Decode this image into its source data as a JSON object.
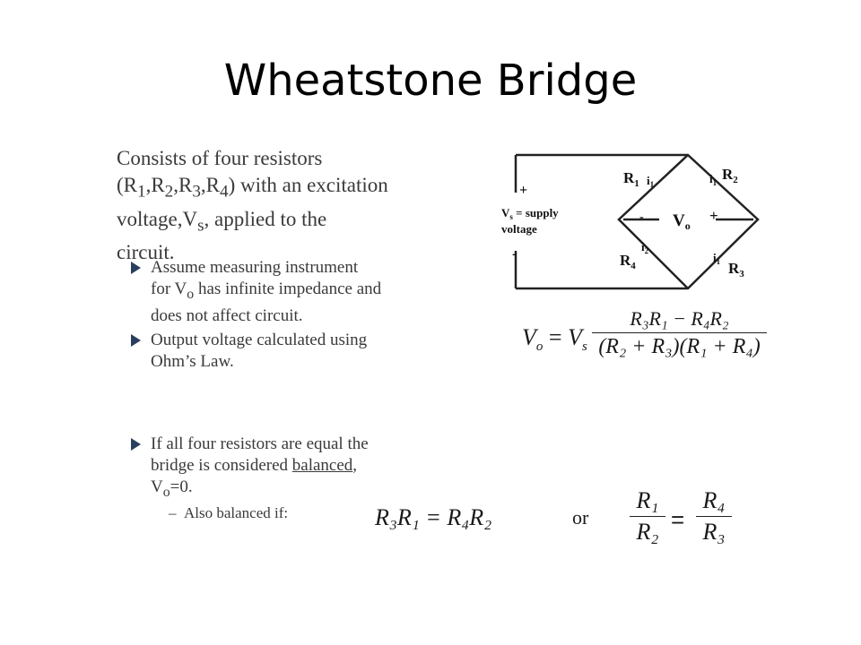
{
  "slide": {
    "title": "Wheatstone Bridge",
    "intro": {
      "l1": "Consists of four resistors",
      "l2a": "(R",
      "s1": "1",
      "c1": ",R",
      "s2": "2",
      "c2": ",R",
      "s3": "3",
      "c3": ",R",
      "s4": "4",
      "l2b": ") with an excitation",
      "l3a": "voltage,V",
      "l3s": "s",
      "l3b": ", applied to the",
      "l4": "circuit."
    },
    "bullet1": {
      "l1": "Assume measuring instrument",
      "l2a": "for V",
      "l2s": "o",
      "l2b": " has infinite impedance and",
      "l3": "does not affect circuit."
    },
    "bullet2": {
      "l1": "Output voltage calculated using",
      "l2": "Ohm’s Law."
    },
    "bullet3": {
      "l1": "If all four resistors are equal the",
      "l2a": "bridge is considered ",
      "l2u": "balanced",
      "l2b": ",",
      "l3a": "V",
      "l3s": "o",
      "l3b": "=0."
    },
    "sub_bullet": {
      "dash": "–",
      "text": "Also balanced if:"
    },
    "or_word": "or",
    "circuit": {
      "r1": "R",
      "r1s": "1",
      "r2": "R",
      "r2s": "2",
      "r3": "R",
      "r3s": "3",
      "r4": "R",
      "r4s": "4",
      "i": "i",
      "i1s": "1",
      "i2s": "2",
      "vo": "V",
      "vos": "o",
      "plus": "+",
      "minus": "-",
      "vs_label": "V",
      "vs_sub": "s",
      "vs_rest": " = supply",
      "vs_rest2": "voltage",
      "bridge_plus": "+",
      "bridge_minus": "-"
    },
    "equation_main": {
      "lhs": "V",
      "lhs_sub": "o",
      "eq": " = ",
      "vs": "V",
      "vs_sub": "s",
      "num": "R₃R₁ − R₄R₂",
      "den": "(R₂ + R₃)(R₁ + R₄)"
    },
    "equation_balance": {
      "left": "R₃R₁ = R₄R₂",
      "f1_num": "R₁",
      "f1_den": "R₂",
      "eq": "=",
      "f2_num": "R₄",
      "f2_den": "R₃"
    }
  }
}
